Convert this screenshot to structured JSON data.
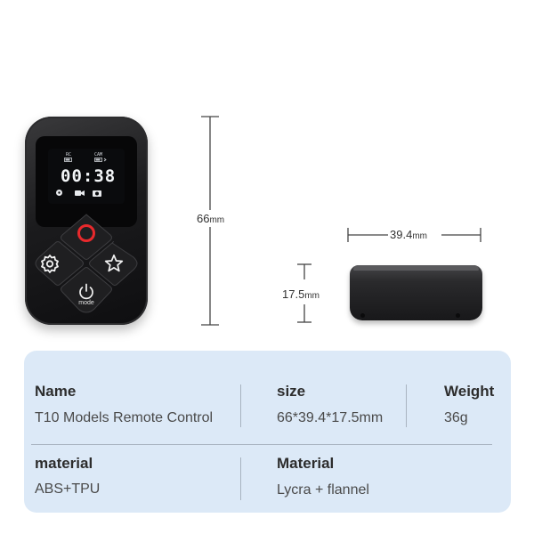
{
  "remote": {
    "screen_time": "00:38",
    "screen_label_left": "RC",
    "screen_label_right": "CAM",
    "mode_label": "mode"
  },
  "dimensions": {
    "height_value": "66",
    "width_value": "39.4",
    "depth_value": "17.5",
    "unit": "mm"
  },
  "specs": {
    "name_label": "Name",
    "name_value": "T10 Models Remote Control",
    "size_label": "size",
    "size_value": "66*39.4*17.5mm",
    "weight_label": "Weight",
    "weight_value": "36g",
    "material_label": "material",
    "material_value": "ABS+TPU",
    "material2_label": "Material",
    "material2_value": "Lycra + flannel"
  },
  "colors": {
    "card_background": "#dce9f7",
    "record_ring": "#e8292c",
    "device_body": "#1b1b1d"
  }
}
